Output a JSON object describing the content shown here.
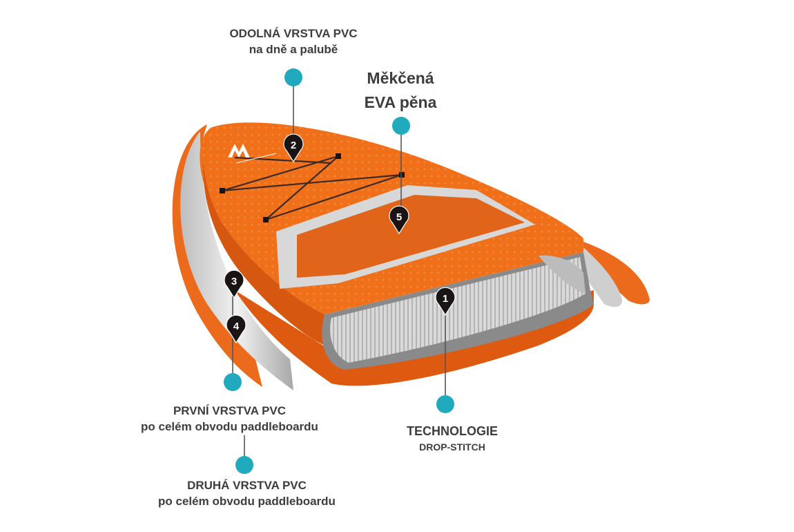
{
  "colors": {
    "board_orange": "#f26a14",
    "board_dark_orange": "#c9500c",
    "marker_teal": "#21a9bd",
    "pin_black": "#1a1414",
    "label_gray": "#3d3d3d"
  },
  "labels": {
    "pvc_deck": {
      "line1": "ODOLNÁ VRSTVA PVC",
      "line2": "na dně a palubě"
    },
    "eva_foam": {
      "line1": "Měkčená",
      "line2": "EVA pěna"
    },
    "first_pvc": {
      "line1": "PRVNÍ VRSTVA PVC",
      "line2": "po celém obvodu paddleboardu"
    },
    "second_pvc": {
      "line1": "DRUHÁ VRSTVA PVC",
      "line2": "po celém obvodu paddleboardu"
    },
    "drop_stitch": {
      "line1": "TECHNOLOGIE",
      "line2": "DROP-STITCH"
    }
  },
  "pins": {
    "p1": "1",
    "p2": "2",
    "p3": "3",
    "p4": "4",
    "p5": "5"
  },
  "icons": {
    "logo": "aqua-marina-logo",
    "pin": "map-pin-icon",
    "marker": "teal-dot-marker"
  }
}
